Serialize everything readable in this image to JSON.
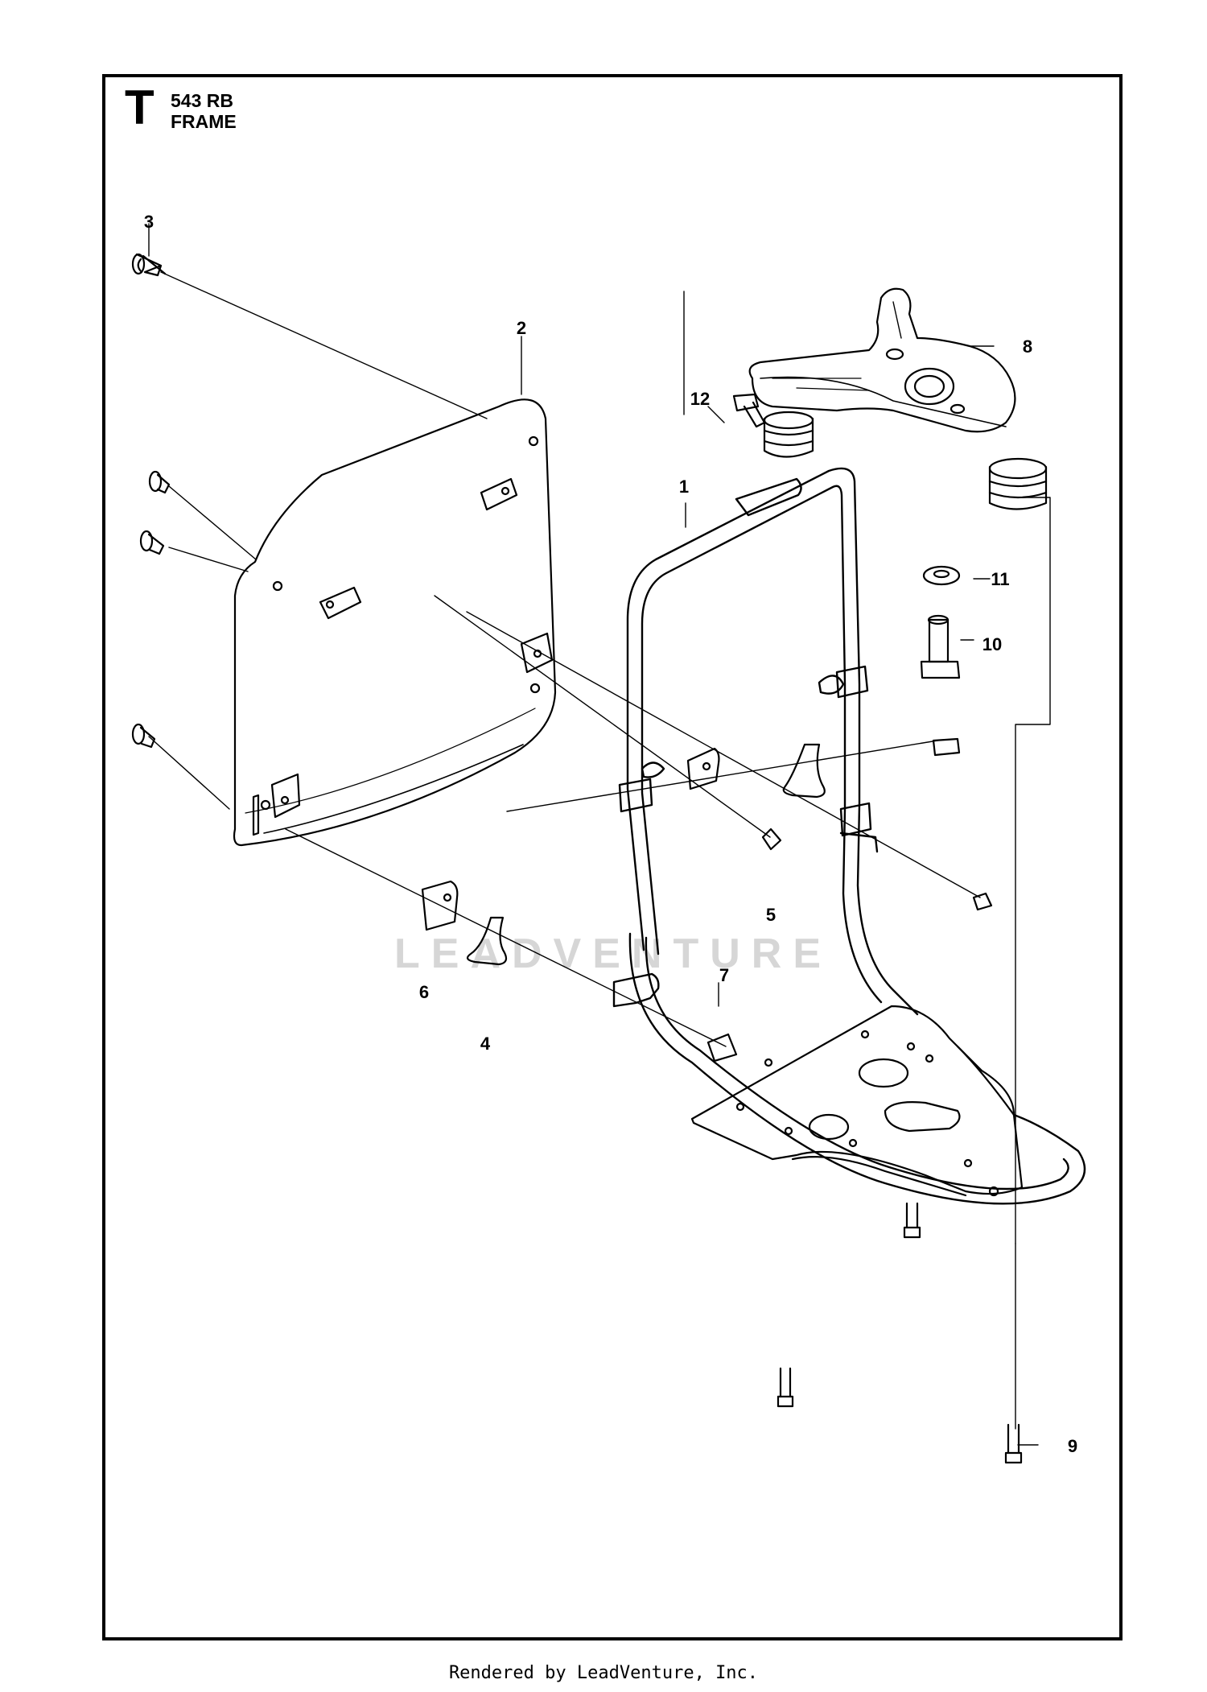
{
  "header": {
    "section_letter": "T",
    "model": "543 RB",
    "title": "FRAME"
  },
  "callouts": [
    {
      "id": "c1",
      "label": "1"
    },
    {
      "id": "c2",
      "label": "2"
    },
    {
      "id": "c3",
      "label": "3"
    },
    {
      "id": "c4",
      "label": "4"
    },
    {
      "id": "c5",
      "label": "5"
    },
    {
      "id": "c6",
      "label": "6"
    },
    {
      "id": "c7",
      "label": "7"
    },
    {
      "id": "c8",
      "label": "8"
    },
    {
      "id": "c9",
      "label": "9"
    },
    {
      "id": "c10",
      "label": "10"
    },
    {
      "id": "c11",
      "label": "11"
    },
    {
      "id": "c12",
      "label": "12"
    }
  ],
  "watermark": "LEADVENTURE",
  "footer": "Rendered by LeadVenture, Inc.",
  "colors": {
    "line": "#000000",
    "watermark": "#d6d6d6",
    "background": "#ffffff"
  }
}
